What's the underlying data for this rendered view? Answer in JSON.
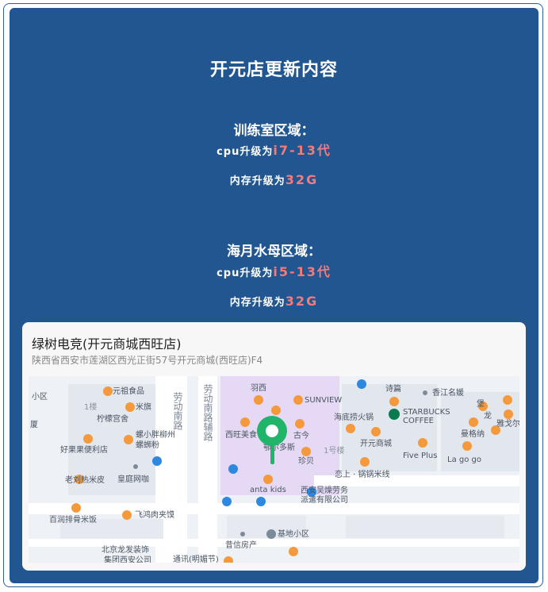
{
  "page": {
    "title": "开元店更新内容"
  },
  "sections": [
    {
      "title": "训练室区域：",
      "cpu_prefix": "cpu升级为",
      "cpu_value": "i7-13代",
      "mem_prefix": "内存升级为",
      "mem_value": "32G"
    },
    {
      "title": "海月水母区域：",
      "cpu_prefix": "cpu升级为",
      "cpu_value": "i5-13代",
      "mem_prefix": "内存升级为",
      "mem_value": "32G"
    }
  ],
  "location": {
    "name": "绿树电竞(开元商城西旺店)",
    "address": "陕西省西安市莲湖区西光正街57号开元商城(西旺店)F4"
  },
  "map": {
    "labels": {
      "xiaoqu_left": "小区",
      "yuanzu": "元祖食品",
      "mibang": "米旗",
      "lou1": "1楼",
      "ningmeng": "柠檬宫舍",
      "sha": "厦",
      "luoxiaopang": "螺小胖柳州",
      "luosifen": "螺蛳粉",
      "haoguoguo": "好果果便利店",
      "laoliu": "老刘热米皮",
      "huangyan": "皇庭网咖",
      "bairun": "百润排骨米饭",
      "feihong": "飞鸿肉夹馍",
      "beijinglong": "北京龙发装饰",
      "jituan": "集团西安公司",
      "road_laodong": "劳动南路",
      "road_laodong2": "劳动南路辅路",
      "yuxi": "羽西",
      "sunview": "SUNVIEW",
      "shi": "诗篇",
      "xiangjiang": "香江名媛",
      "bao": "堡",
      "long": "龙",
      "yake": "雅戈尔",
      "haidilao": "海底捞火锅",
      "starbucks": "STARBUCKS",
      "coffee": "COFFEE",
      "xiwang": "西旺美食",
      "erduosi": "鄂尔多斯",
      "gujin": "古今",
      "kaiyuan": "开元商城",
      "lou1b": "1号楼",
      "zhenbei": "珍贝",
      "fiveplus": "Five Plus",
      "lagogo": "La go go",
      "mangeina": "曼格纳",
      "lianshang": "恋上 · 锅锅米线",
      "anta": "anta kids",
      "xian_wu": "西安吴燥劳务",
      "paiqian": "派遣有限公司",
      "jidi": "基地小区",
      "zhaoxin": "昔信房产",
      "road_bottom": "通讯(明媚节)"
    }
  }
}
